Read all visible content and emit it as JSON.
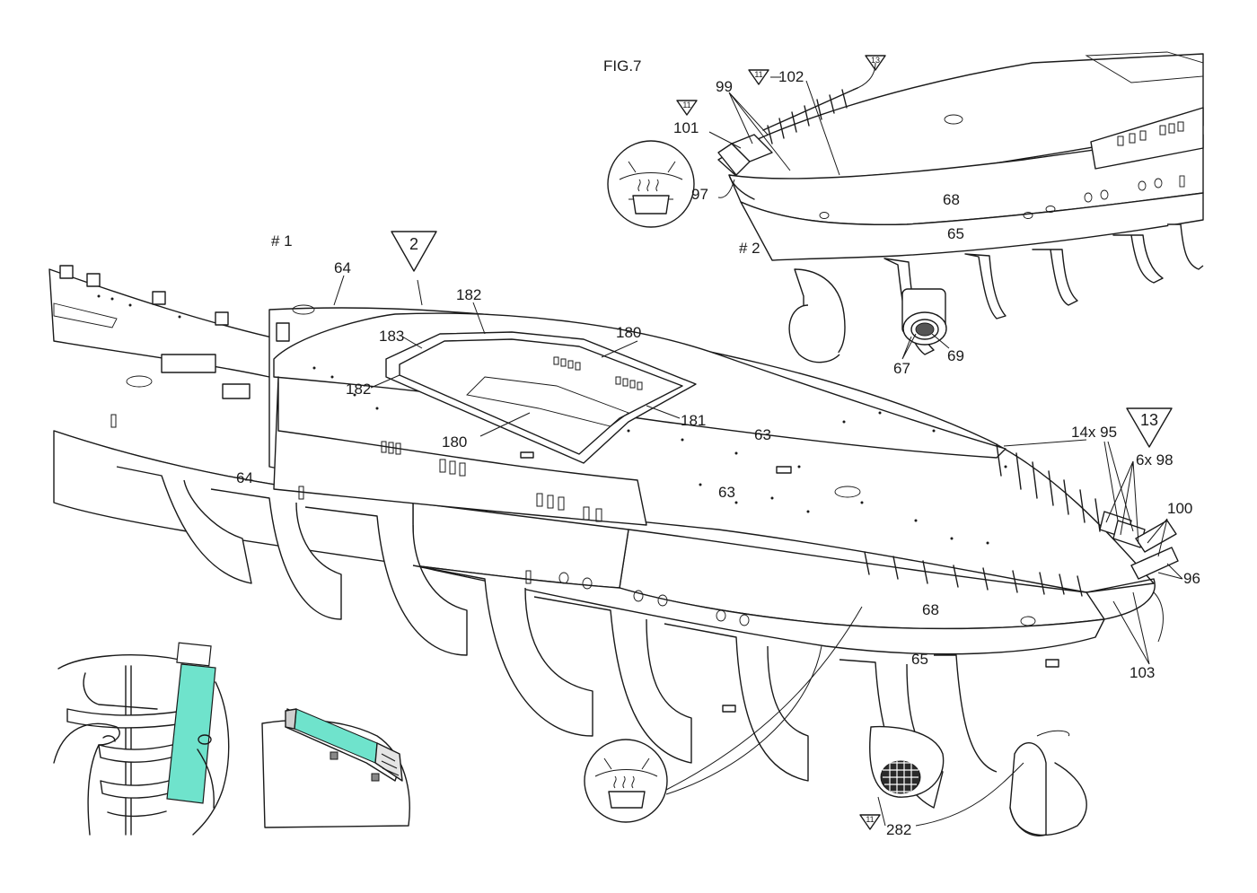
{
  "figure_label": "FIG.7",
  "step_labels": [
    "# 1",
    "# 2"
  ],
  "badges": {
    "main_2": "2",
    "main_13": "13",
    "inset_13": "13",
    "inset_11a": "11",
    "inset_11b": "11",
    "bottom_11": "11"
  },
  "parts": {
    "p64a": "64",
    "p64b": "64",
    "p182a": "182",
    "p182b": "182",
    "p183": "183",
    "p180a": "180",
    "p180b": "180",
    "p181": "181",
    "p63a": "63",
    "p63b": "63",
    "p95": "14x 95",
    "p98": "6x 98",
    "p100": "100",
    "p96": "96",
    "p68": "68",
    "p65": "65",
    "p103": "103",
    "p282": "282",
    "i99": "99",
    "i102": "102",
    "i101": "101",
    "i97": "97",
    "i68": "68",
    "i65": "65",
    "i67": "67",
    "i69": "69"
  },
  "colors": {
    "line": "#1a1a1a",
    "paper": "#ffffff",
    "tape": "#6fe3cc"
  },
  "icons": [
    "steam-pot-icon",
    "glue-tape-hands-illustration",
    "masking-tape-block-illustration"
  ]
}
